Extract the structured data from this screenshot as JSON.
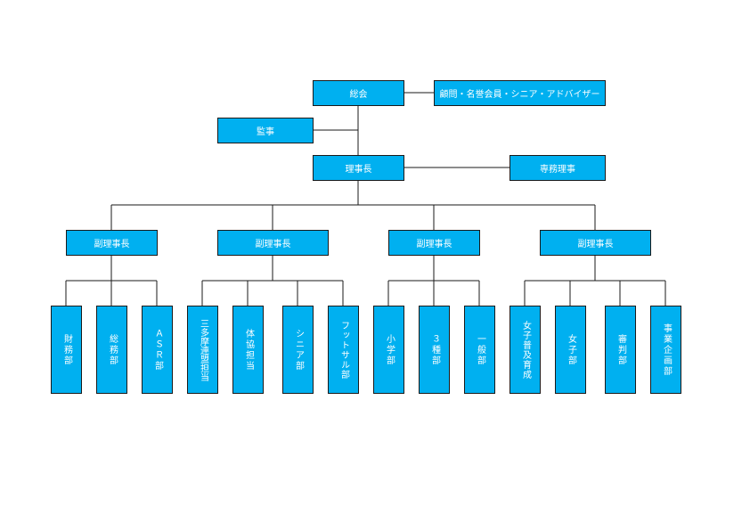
{
  "nodes": {
    "general_assembly": "総会",
    "advisors": "顧問・名誉会員・シニア・アドバイザー",
    "auditor": "監事",
    "chairman": "理事長",
    "executive_director": "専務理事",
    "vice_chairs": [
      "副理事長",
      "副理事長",
      "副理事長",
      "副理事長"
    ],
    "departments": [
      "財務部",
      "総務部",
      "ＡＳＲ部",
      "三多摩連盟担当",
      "体協担当",
      "シニア部",
      "フットサル部",
      "小学部",
      "３種部",
      "一般部",
      "女子普及育成",
      "女子部",
      "審判部",
      "事業企画部"
    ]
  }
}
